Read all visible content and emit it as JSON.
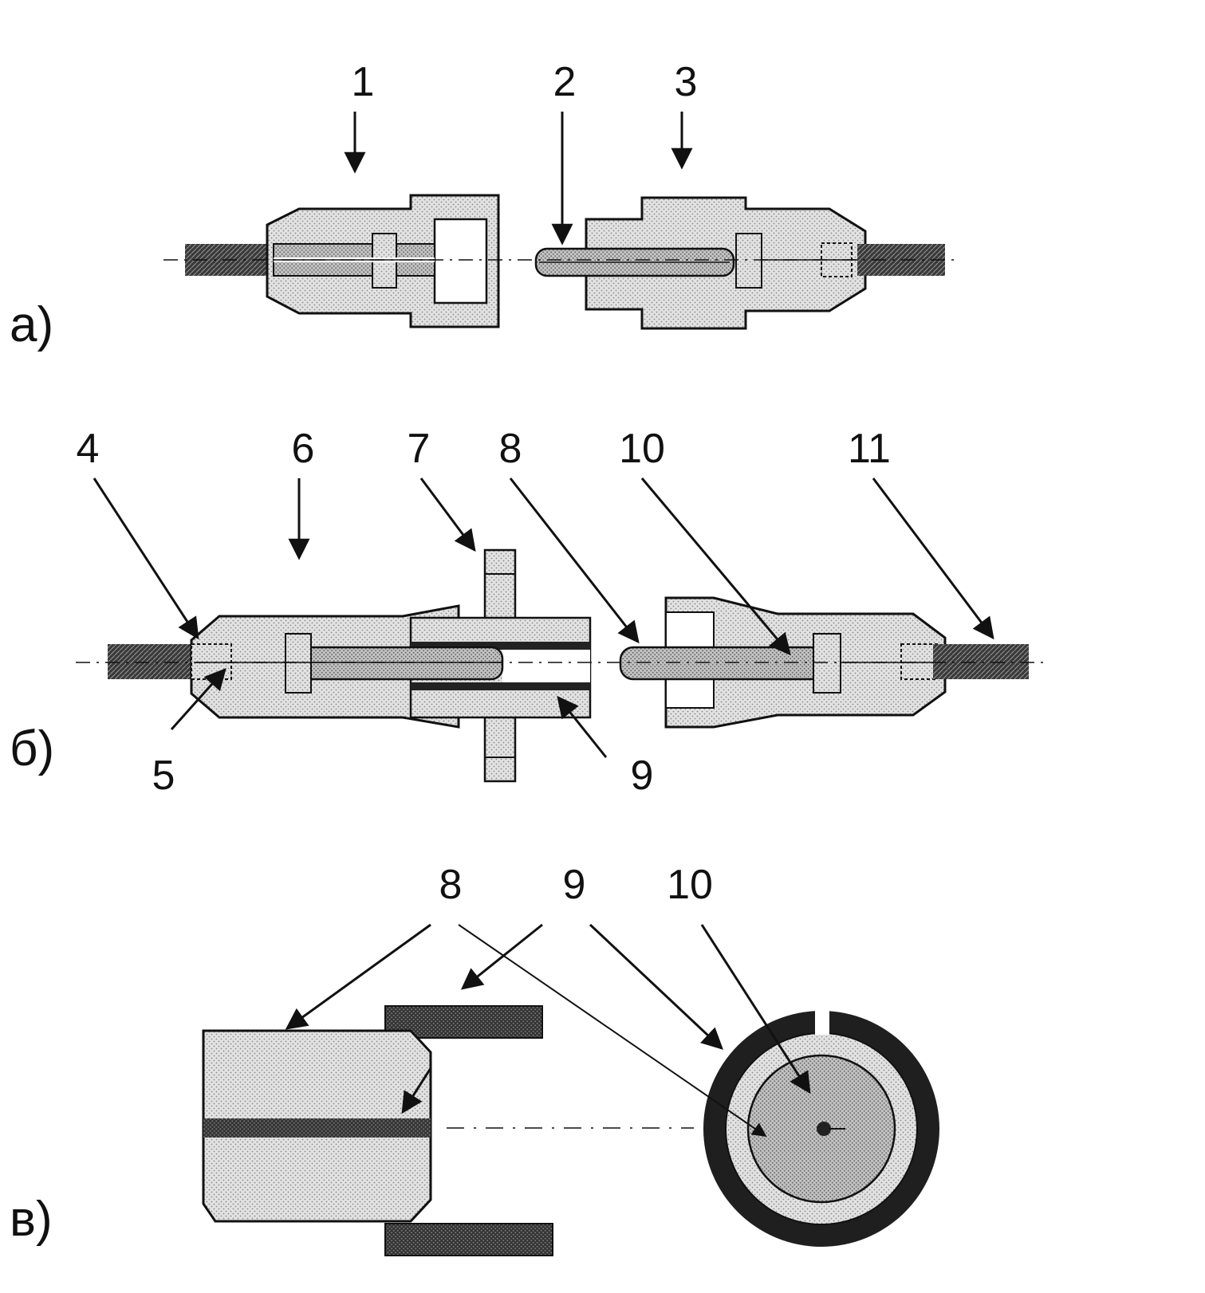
{
  "panels": {
    "a": {
      "label": "а)",
      "callouts": [
        "1",
        "2",
        "3"
      ]
    },
    "b": {
      "label": "б)",
      "callouts": [
        "4",
        "6",
        "7",
        "8",
        "10",
        "11",
        "5",
        "9"
      ]
    },
    "c": {
      "label": "в)",
      "callouts": [
        "8",
        "9",
        "10"
      ]
    }
  },
  "colors": {
    "stroke": "#111111",
    "light_fill": "#d9d9d9",
    "mid_fill": "#b8b8b8",
    "dark_fill": "#2a2a2a",
    "background": "#ffffff"
  }
}
